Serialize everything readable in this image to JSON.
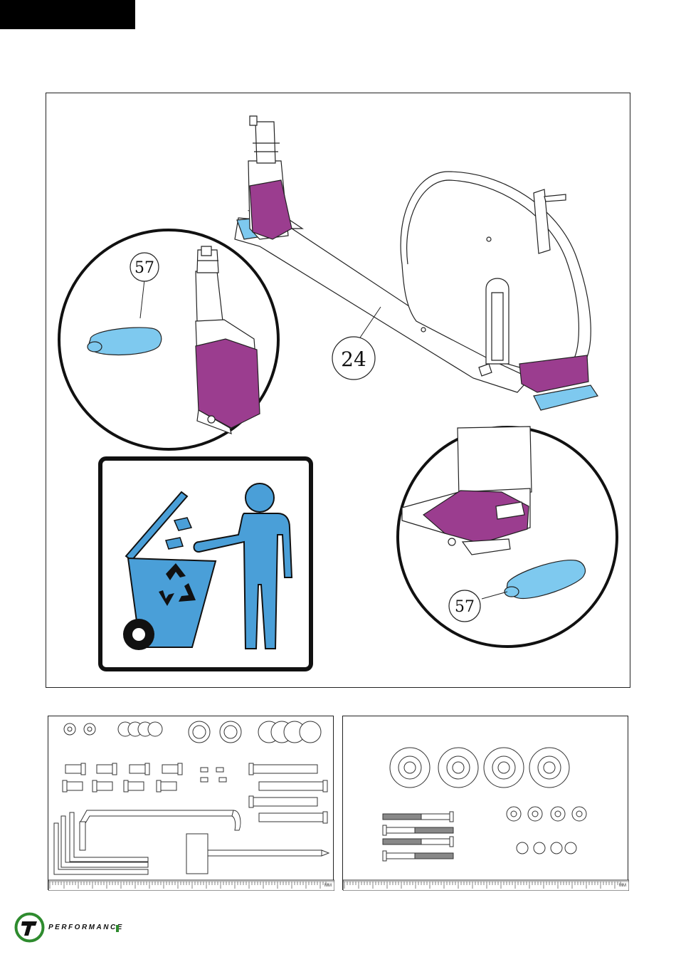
{
  "callouts": {
    "detail_top_part": "57",
    "frame_part": "24",
    "detail_bottom_part": "57"
  },
  "hardware": {
    "left_ruler_label": "MM",
    "right_ruler_label": "MM"
  },
  "footer": {
    "brand": "PERFORMANCE"
  },
  "colors": {
    "highlight_purple": "#9b3d8f",
    "cap_blue": "#7ec9ef",
    "recycle_blue": "#4a9fd8",
    "brand_green": "#2e8b2e"
  },
  "icons": [
    "recycle-bin-icon",
    "person-discarding-icon",
    "recycle-arrows-icon",
    "performance-logo-icon"
  ]
}
